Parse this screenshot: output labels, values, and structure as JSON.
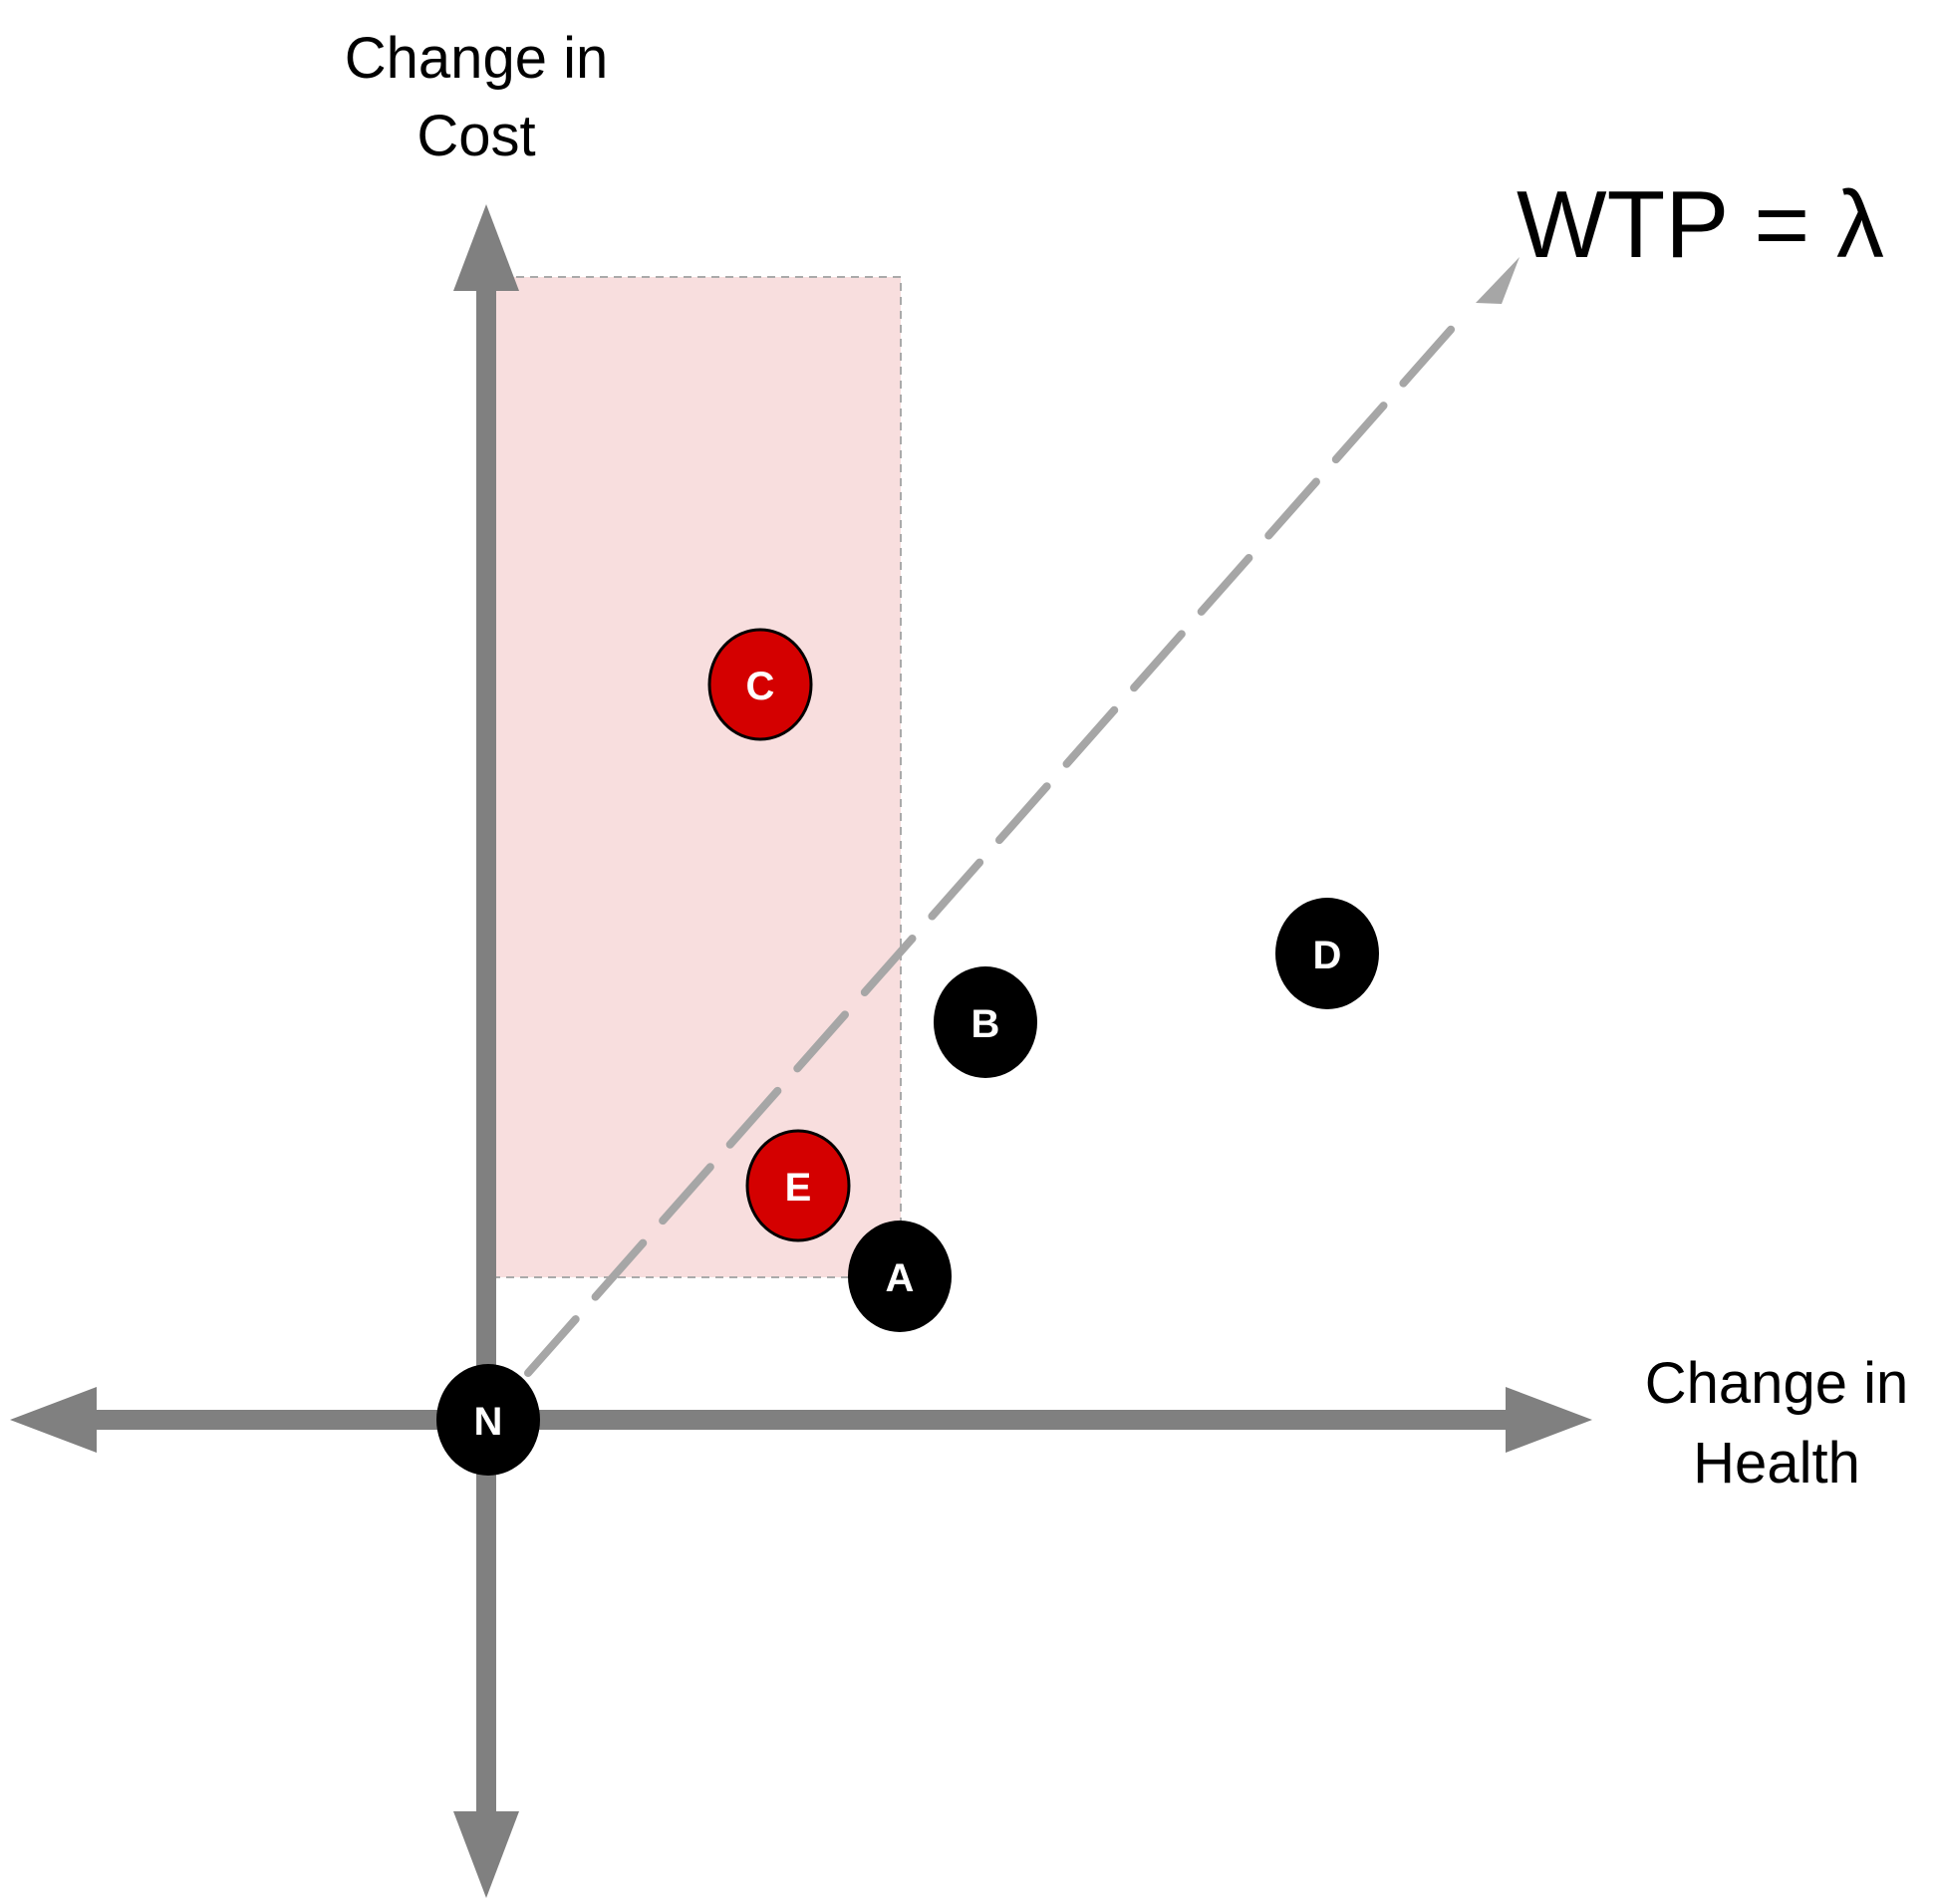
{
  "axes": {
    "y_label_line1": "Change in",
    "y_label_line2": "Cost",
    "x_label_line1": "Change in",
    "x_label_line2": "Health"
  },
  "wtp_line": {
    "label": "WTP = λ",
    "color": "#a6a6a6"
  },
  "axis_color": "#808080",
  "region": {
    "fill": "#f8dede",
    "border": "#aaaaaa"
  },
  "nodes": [
    {
      "id": "N",
      "label": "N",
      "color": "#000000"
    },
    {
      "id": "A",
      "label": "A",
      "color": "#000000"
    },
    {
      "id": "B",
      "label": "B",
      "color": "#000000"
    },
    {
      "id": "C",
      "label": "C",
      "color": "#d40000"
    },
    {
      "id": "D",
      "label": "D",
      "color": "#000000"
    },
    {
      "id": "E",
      "label": "E",
      "color": "#d40000"
    }
  ]
}
